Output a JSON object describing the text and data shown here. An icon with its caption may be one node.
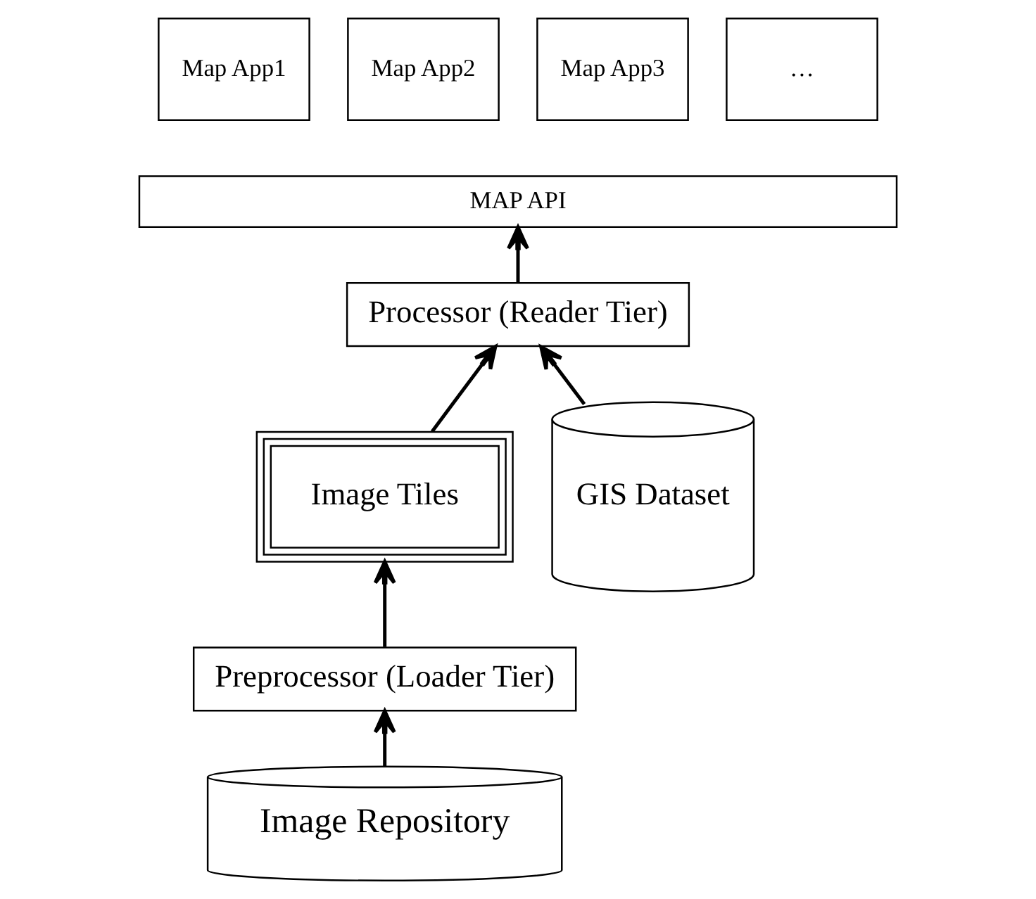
{
  "diagram": {
    "nodes": [
      {
        "text": [
          "Map App1"
        ]
      },
      {
        "text": [
          "Map App2"
        ]
      },
      {
        "text": [
          "Map App3"
        ]
      },
      {
        "text": [
          "…"
        ]
      },
      {
        "text": [
          "MAP API"
        ]
      },
      {
        "text": [
          "Processor (Reader Tier)"
        ]
      },
      {
        "text": [
          "Image Tiles"
        ]
      },
      {
        "text": [
          "GIS Dataset"
        ]
      },
      {
        "text": [
          "Preprocessor (Loader Tier)"
        ]
      },
      {
        "text": [
          "Image Repository"
        ]
      }
    ],
    "edges": [
      {
        "from": 5,
        "to": 4,
        "arrow": "to"
      },
      {
        "from": 7,
        "to": 5,
        "arrow": "to"
      },
      {
        "from": 6,
        "to": 5,
        "arrow": "to"
      },
      {
        "from": 8,
        "to": 6,
        "arrow": "to"
      },
      {
        "from": 9,
        "to": 8,
        "arrow": "to"
      }
    ]
  }
}
